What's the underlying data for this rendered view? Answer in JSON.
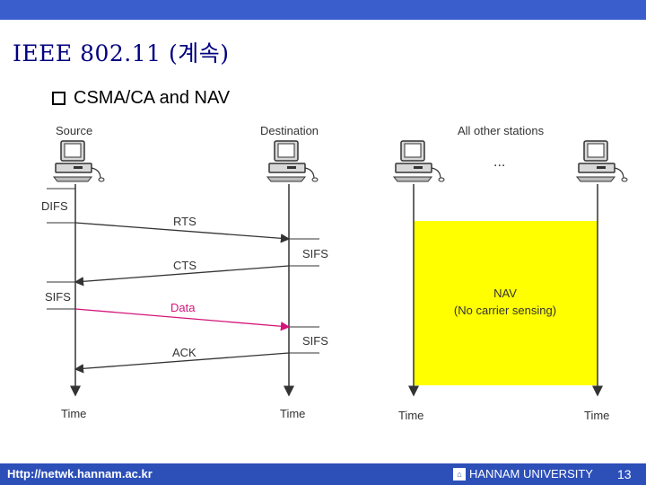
{
  "slide": {
    "title": "IEEE 802.11 (계속)",
    "bullet": "CSMA/CA and NAV"
  },
  "diagram": {
    "labels": {
      "source": "Source",
      "destination": "Destination",
      "others": "All other stations",
      "dots": "...",
      "time": "Time",
      "difs": "DIFS",
      "sifs": "SIFS",
      "rts": "RTS",
      "cts": "CTS",
      "data": "Data",
      "ack": "ACK",
      "nav_line1": "NAV",
      "nav_line2": "(No carrier sensing)"
    },
    "colors": {
      "nav_fill": "#ffff00",
      "data_arrow": "#d4147a",
      "arrow": "#333333"
    }
  },
  "footer": {
    "url": "Http://netwk.hannam.ac.kr",
    "university": "HANNAM UNIVERSITY",
    "page": "13"
  }
}
